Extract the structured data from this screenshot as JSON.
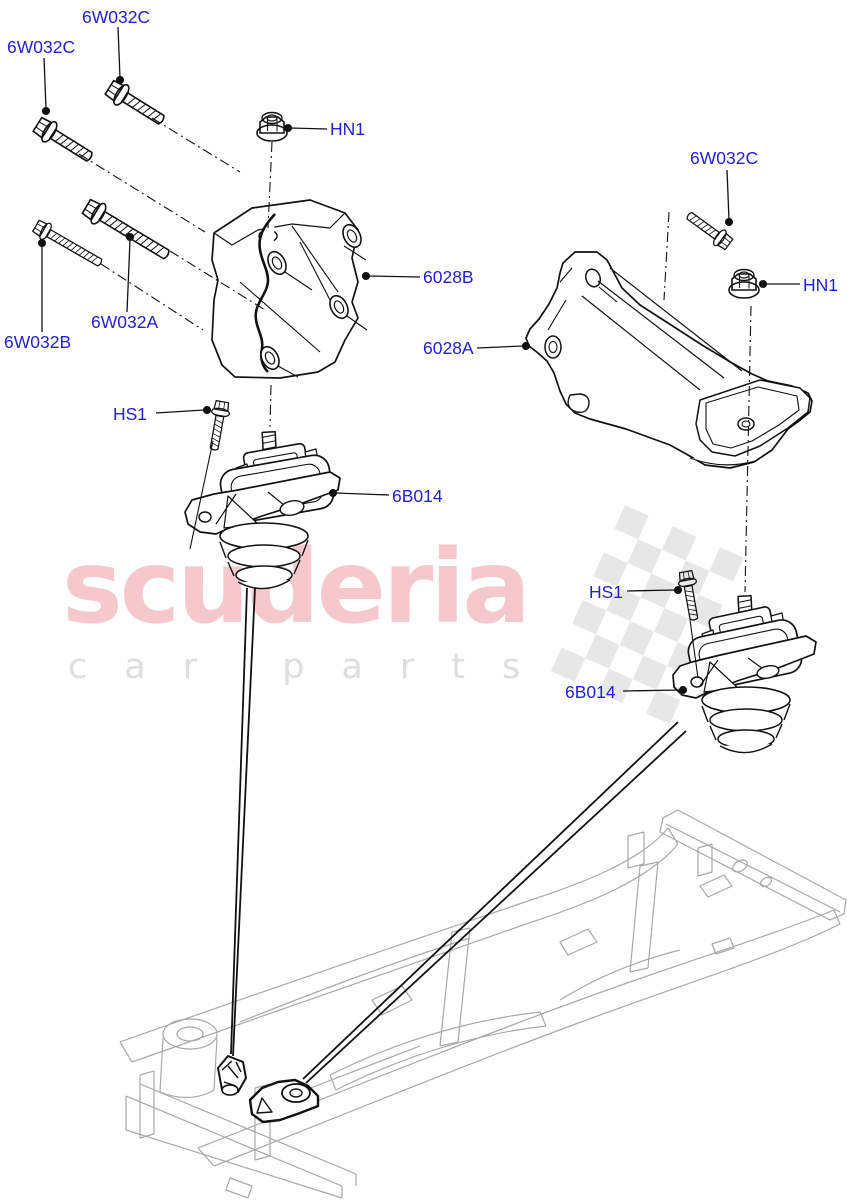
{
  "diagram": {
    "watermark": {
      "brand": "scuderia",
      "subtitle": "car parts"
    },
    "part_labels": [
      {
        "callout": "upper-bolt",
        "text": "6W032C"
      },
      {
        "callout": "left-bolt",
        "text": "6W032C"
      },
      {
        "callout": "top-nut",
        "text": "HN1"
      },
      {
        "callout": "right-bolt",
        "text": "6W032C"
      },
      {
        "callout": "right-nut",
        "text": "HN1"
      },
      {
        "callout": "left-bracket",
        "text": "6028B"
      },
      {
        "callout": "right-bracket",
        "text": "6028A"
      },
      {
        "callout": "long-bolt-a",
        "text": "6W032A"
      },
      {
        "callout": "long-bolt-b",
        "text": "6W032B"
      },
      {
        "callout": "left-mount-screw",
        "text": "HS1"
      },
      {
        "callout": "left-mount",
        "text": "6B014"
      },
      {
        "callout": "right-mount-screw",
        "text": "HS1"
      },
      {
        "callout": "right-mount",
        "text": "6B014"
      }
    ],
    "colors": {
      "label_blue": "#2222cc",
      "line_dark": "#111111",
      "frame_gray": "#a8a8a8",
      "watermark_pink": "#f5c8cd",
      "watermark_gray": "#dedede",
      "checker_gray": "#d4d4d4",
      "background": "#ffffff"
    }
  }
}
